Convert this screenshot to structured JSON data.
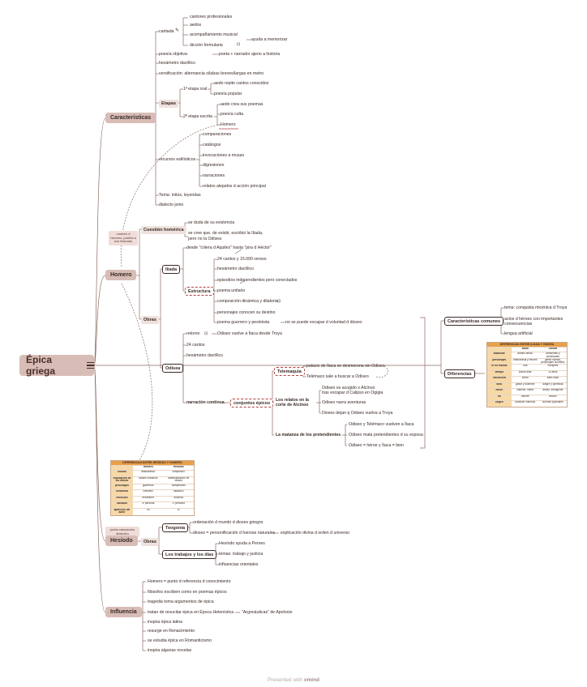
{
  "root": {
    "label": "Épica griega"
  },
  "characteristics": {
    "label": "Características",
    "cantada": "cantada",
    "cantores": "cantores profesionales",
    "aedos": "aedos",
    "acompanamiento": "acompañamiento musical",
    "diccion": "dicción formularia",
    "ayuda": "ayuda a memorizar",
    "poesia_objetiva": "poesía objetiva",
    "poeta_narrador": "poeta + narrador ajeno a historia",
    "hexametro": "hexámetro dactílico",
    "versificacion": "versificación: alternancia sílabas breves/largas en metro",
    "etapas": "Etapas",
    "etapa1": "1ª etapa oral",
    "etapa1_a": "aedo repite cantos conocidos",
    "etapa1_b": "poesía popular",
    "etapa2": "2ª etapa escrita",
    "etapa2_a": "aedo crea sus poemas",
    "etapa2_b": "poesía culta",
    "etapa2_c": "Homero",
    "recursos": "recursos estilísticos",
    "recursos_list": [
      "comparaciones",
      "catálogos",
      "invocaciones a musas",
      "digresiones",
      "narraciones",
      "relatos alejados d acción principal"
    ],
    "tema": "Tema: mitos, leyendas",
    "dialecto": "dialecto jonio"
  },
  "homero": {
    "label": "Homero",
    "callout": "nombre d Homero, pueblo a sus historias",
    "cuestion": "Cuestión homérica",
    "cuestion_a": "se duda de su existencia",
    "cuestion_b1": "se cree que, de existir, escribió la Ilíada,",
    "cuestion_b2": "pero no la Odisea",
    "obras": "Obras",
    "iliada": "Ilíada",
    "iliada_desde": "desde \"cólera d Aquiles\" hasta \"pira d Héctor\"",
    "estructura": "Estructura",
    "estructura_list": [
      "24 cantos y 15.000 versos",
      "hexámetro dactílico",
      "episodios independientes pero conectados",
      "poema unitario",
      "composición dinámica y dilatoria",
      "personajes conocen su destino",
      "poema guerrero y pesimista"
    ],
    "no_escapar": "no se puede escapar d voluntad d dioses",
    "odisea": "Odisea",
    "retorno": "retorno",
    "retorno_txt": "Odiseo vuelve a Ítaca desde Troya",
    "od_cantos": "24 cantos",
    "od_hex": "hexámetro dactílico",
    "narracion": "narración continua",
    "conjuntos": "conjuntos épicos",
    "telemaquia": "Telemaquia",
    "tel_a": "palacio de Ítaca se desmorona sin Odiseo",
    "tel_b": "Telémaco sale a buscar a Odiseo",
    "relatos": "Los relatos en la corte de Alcínoo",
    "rel_a1": "Odiseo es acogido x Alcínoo",
    "rel_a2": "tras escapar d Calipso en Ogigia",
    "rel_b": "Odiseo narra aventuras",
    "rel_c": "Dioses dejan q Odiseo vuelva a Troya",
    "matanza": "La matanza de los pretendientes",
    "mat_a": "Odiseo y Telémaco vuelven a Ítaca",
    "mat_b": "Odiseo mata pretendientes d su esposa",
    "mat_c": "Odiseo = héroe y Ítaca = bien"
  },
  "comparison": {
    "comunes": "Características comunes",
    "comunes_list": [
      "tema: conquista micénica d Troya",
      "actos d héroes con importantes consecuencias",
      "lengua artificial"
    ],
    "diferencias": "Diferencias",
    "table_title": "DIFERENCIAS ENTRE ILÍADA Y ODISEA",
    "table_head": [
      "",
      "Ilíada",
      "Odisea"
    ],
    "table_rows": [
      [
        "ambiente",
        "ámbito bélico",
        "ambientes y sociedades"
      ],
      [
        "personajes",
        "aristocracia y héroes",
        "gente normal, personajes humildes"
      ],
      [
        "Nº de tramas",
        "una",
        "múltiples"
      ],
      [
        "tiempo",
        "pocos días",
        "20 años"
      ],
      [
        "estructura",
        "lineal",
        "flash back"
      ],
      [
        "tono",
        "grave y solemne",
        "alegre y optimista"
      ],
      [
        "héroe",
        "valiente, fuerte",
        "astuto, inteligente"
      ],
      [
        "fin",
        "muerte",
        "retorno"
      ],
      [
        "origen",
        "tradición histórica",
        "cuentos populares"
      ]
    ]
  },
  "hesiodo": {
    "label": "Hesíodo",
    "callout": "poeta campesino didáctico",
    "obras": "Obras",
    "teogonia": "Teogonía",
    "teo_a": "ordenación d mundo d dioses griegos",
    "teo_b": "dioses = personificación d fuerzas naturales",
    "teo_c": "explicación divina d orden d universo",
    "trabajos": "Los trabajos y los días",
    "tra_a": "Hesíodo ayuda a Perses",
    "tra_b": "temas: trabajo y justicia",
    "tra_c": "influencias orientales",
    "table_title": "DIFERENCIAS ENTRE HESÍODO Y HOMERO",
    "table_head": [
      "",
      "Homero",
      "Hesíodo"
    ],
    "table_rows": [
      [
        "mundo",
        "aristocrático",
        "campesino"
      ],
      [
        "explicación de los dioses",
        "dioses humanos",
        "sistematización de dioses"
      ],
      [
        "personajes",
        "guerreros",
        "campesinos"
      ],
      [
        "contenido",
        "narrativo",
        "didáctico"
      ],
      [
        "intención",
        "entretener",
        "enseñar"
      ],
      [
        "narrador",
        "3ª persona",
        "1ª persona"
      ],
      [
        "aparición del autor",
        "no",
        "sí"
      ]
    ]
  },
  "influencia": {
    "label": "Influencia",
    "items": [
      "Homero = punto d referencia d conocimiento",
      "filósofos escriben como en poemas épicos",
      "tragedia toma argumentos de épica",
      "tratan de resucitar épica en Época Helenística",
      "inspira épica latina",
      "resurge en Renacimiento",
      "se estudia épica en Romanticismo",
      "inspira algunas novelas"
    ],
    "apolonio": "\"Argonáuticas\" de Apolonio"
  },
  "footer": {
    "presented": "Presented with",
    "brand": "xmind"
  }
}
